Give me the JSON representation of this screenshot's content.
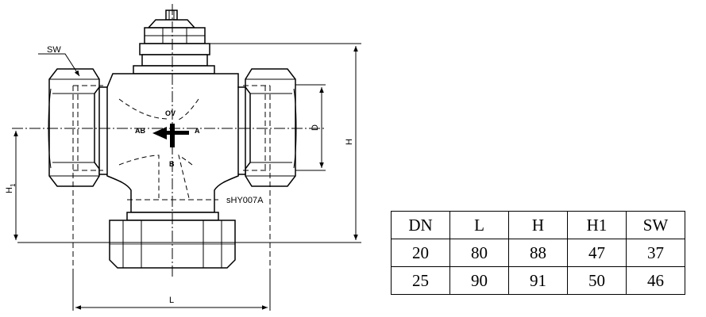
{
  "drawing": {
    "code": "sHY007A",
    "labels": {
      "sw": "SW",
      "ov": "OV",
      "ab": "AB",
      "a": "A",
      "b": "B",
      "d": "D",
      "h": "H",
      "h1_main": "H",
      "h1_sub": "1",
      "l": "L"
    }
  },
  "table": {
    "headers": [
      "DN",
      "L",
      "H",
      "H1",
      "SW"
    ],
    "rows": [
      [
        "20",
        "80",
        "88",
        "47",
        "37"
      ],
      [
        "25",
        "90",
        "91",
        "50",
        "46"
      ]
    ]
  }
}
